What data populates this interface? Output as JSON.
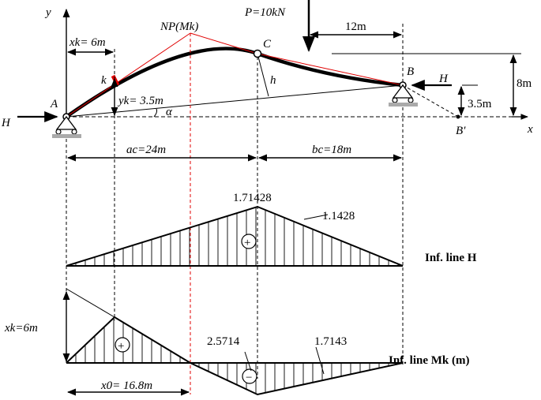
{
  "labels": {
    "y_axis": "y",
    "x_axis": "x",
    "xk_top": "xk= 6m",
    "np": "NP(Mk)",
    "force": "P=10kN",
    "dist_12": "12m",
    "pt_A": "A",
    "pt_B": "B",
    "pt_C": "C",
    "pt_k": "k",
    "pt_Bp": "B′",
    "H_left": "H",
    "H_right": "H",
    "yk": "yk= 3.5m",
    "alpha": "α",
    "h": "h",
    "dim_8m": "8m",
    "dim_35m": "3.5m",
    "ac": "ac=24m",
    "bc": "bc=18m",
    "h_peak": "1.71428",
    "h_right": "1.1428",
    "plus_H": "+",
    "infline_H": "Inf. line H",
    "xk_left": "xk=6m",
    "mk_left": "2.5714",
    "mk_right": "1.7143",
    "plus_M": "+",
    "minus_M": "−",
    "x0": "x0= 16.8m",
    "infline_M": "Inf. line Mk (m)"
  }
}
